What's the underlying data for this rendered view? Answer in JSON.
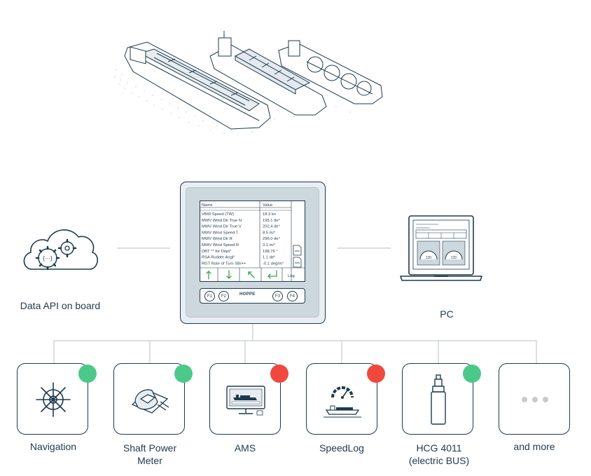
{
  "colors": {
    "ink": "#1f3a4d",
    "connector": "#c4cbd0",
    "status_green": "#4cc98a",
    "status_red": "#f0483e",
    "panel_frame": "#e9eef2",
    "panel_inner": "#cdd7de",
    "screen": "#dde6ec",
    "arrow_green": "#3aa548"
  },
  "sources": {
    "api_label": "Data API on board",
    "pc_label": "PC"
  },
  "display": {
    "table": {
      "header_name": "Name",
      "header_value": "Value",
      "rows": [
        {
          "name": "VBW Speed (TW)",
          "value": "18.3 kn"
        },
        {
          "name": "MWV Wind Dir True N",
          "value": "195.1 de°"
        },
        {
          "name": "MWV Wind Dir True V",
          "value": "202.4 de°"
        },
        {
          "name": "MWV Wind Speed T",
          "value": "8.5 m/°"
        },
        {
          "name": "MWV Wind Dir R",
          "value": "296.0 de°"
        },
        {
          "name": "MWV Wind Speed R",
          "value": "3.1 m/°"
        },
        {
          "name": "DBT °° for Dept°",
          "value": "198.76 °"
        },
        {
          "name": "RSA Rudder Angl°",
          "value": "1.1 de°"
        },
        {
          "name": "RGT Rate of Turn SB/++",
          "value": "-0.1 deg/m°"
        }
      ]
    },
    "log_label": "Log",
    "function_keys": [
      "F1",
      "F2",
      "F3",
      "F4"
    ],
    "brand": "HOPPE",
    "pc_gauges": [
      "120",
      "120"
    ]
  },
  "devices": [
    {
      "label": "Navigation",
      "icon": "ship-wheel-icon",
      "status": "green"
    },
    {
      "label": "Shaft Power\nMeter",
      "icon": "shaft-power-icon",
      "status": "green"
    },
    {
      "label": "AMS",
      "icon": "monitor-icon",
      "status": "red"
    },
    {
      "label": "SpeedLog",
      "icon": "speed-gauge-icon",
      "status": "red"
    },
    {
      "label": "HCG 4011\n(electric BUS)",
      "icon": "sensor-cylinder-icon",
      "status": "green"
    },
    {
      "label": "and more",
      "icon": "more-dots-icon",
      "status": "none"
    }
  ]
}
